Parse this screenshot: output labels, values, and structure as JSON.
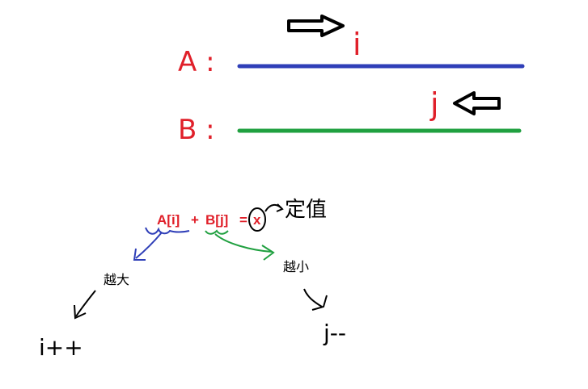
{
  "colors": {
    "red": "#e0202a",
    "blue": "#2f3fb8",
    "green": "#20a040",
    "ink": "#000000"
  },
  "labels": {
    "array_a": "A :",
    "array_b": "B :",
    "pointer_i": "i",
    "pointer_j": "j"
  },
  "equation": {
    "a_term": "A[i]",
    "plus": "+",
    "b_term": "B[j]",
    "equals": "=",
    "x": "x",
    "note": "定值"
  },
  "branches": {
    "left_label": "越大",
    "right_label": "越小",
    "left_result": "i++",
    "right_result": "j--"
  }
}
